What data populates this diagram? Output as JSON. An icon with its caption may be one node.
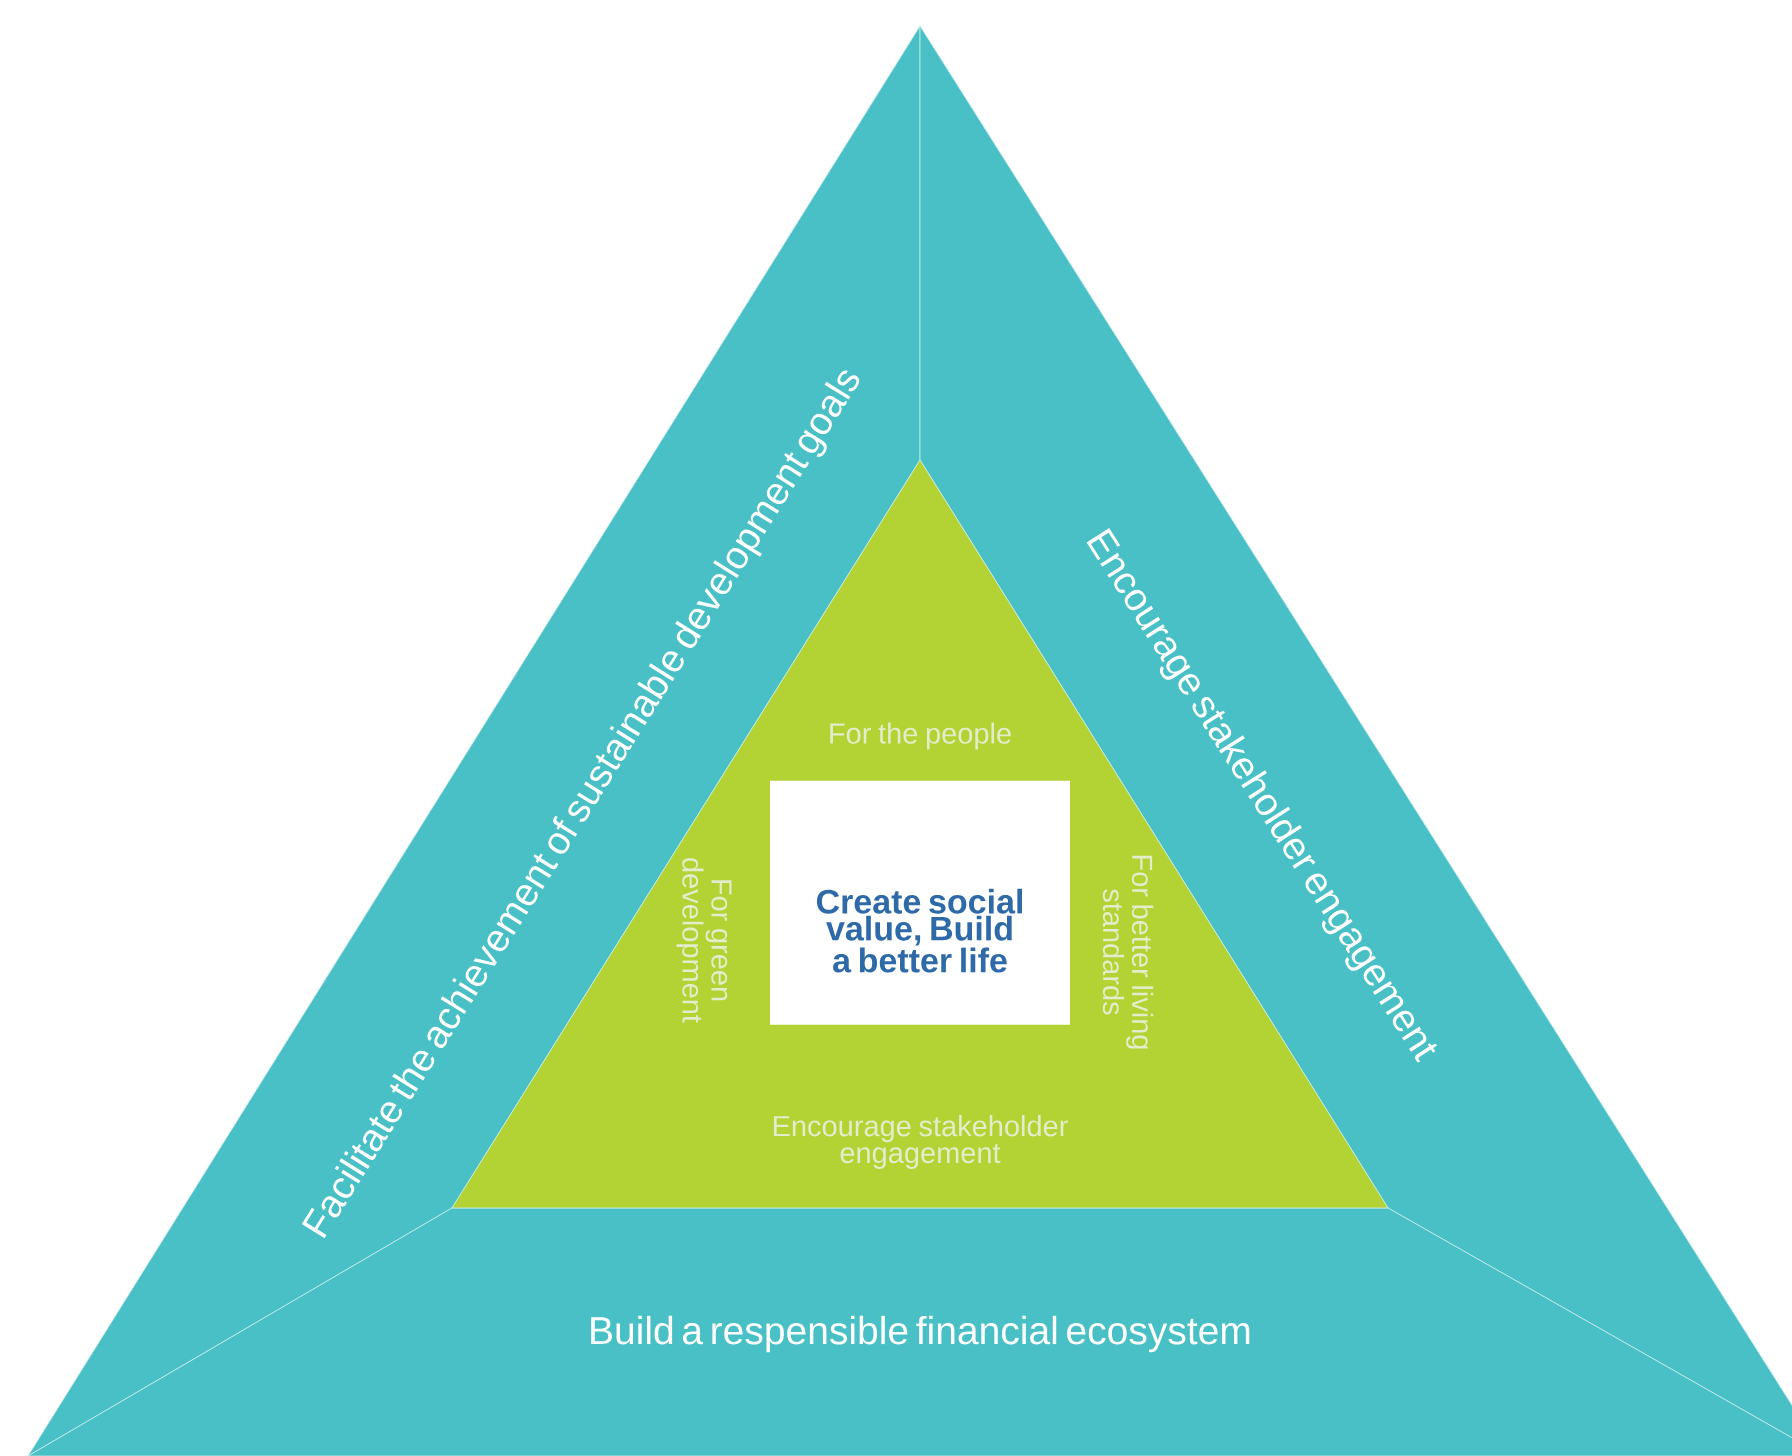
{
  "diagram": {
    "nodes": [
      {
        "text": [
          "Facilitate the achievement of sustainable development goals"
        ]
      },
      {
        "text": [
          "Encourage stakeholder engagement"
        ]
      },
      {
        "text": [
          "Build a respensible financial ecosystem"
        ]
      },
      {
        "text": [
          "For the people",
          "For green development",
          "For better living standards",
          "Encourage stakeholder engagement"
        ]
      },
      {
        "text": [
          "Create social value, Build a better life"
        ],
        "in": 3
      }
    ]
  }
}
